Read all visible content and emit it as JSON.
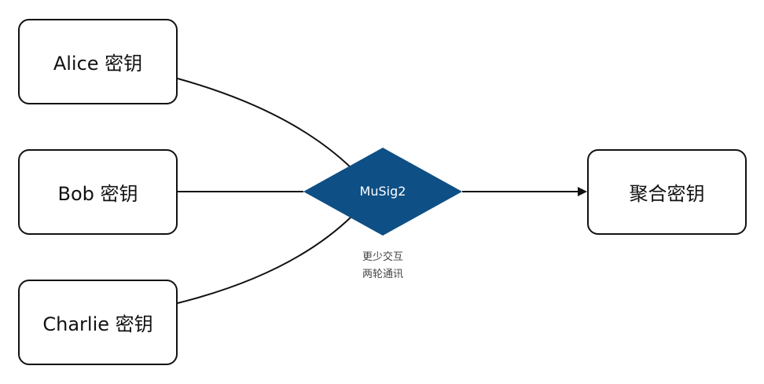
{
  "inputs": {
    "alice": "Alice 密钥",
    "bob": "Bob 密钥",
    "charlie": "Charlie 密钥"
  },
  "protocol": {
    "name": "MuSig2",
    "color": "#0e4f85",
    "notes": [
      "更少交互",
      "两轮通讯"
    ]
  },
  "output": {
    "label": "聚合密钥"
  }
}
